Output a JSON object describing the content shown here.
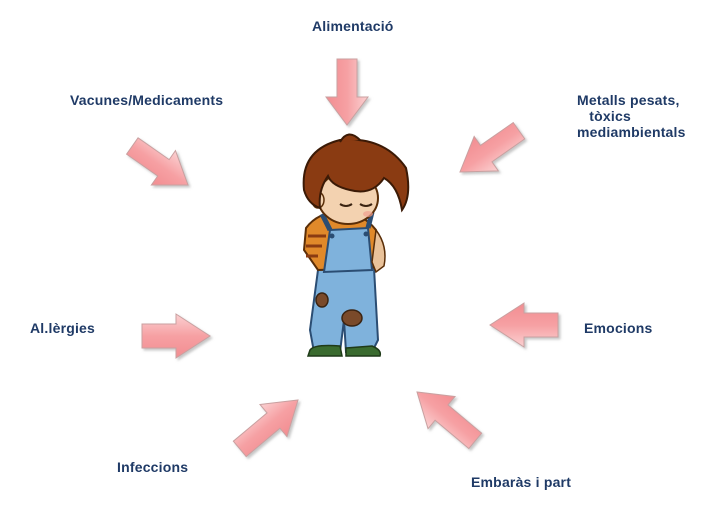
{
  "labels": {
    "alimentacio": "Alimentació",
    "vacunes": "Vacunes/Medicaments",
    "metalls": "Metalls pesats,\n   tòxics\nmediambientals",
    "allergies": "Al.lèrgies",
    "emocions": "Emocions",
    "infeccions": "Infeccions",
    "embaras": "Embaràs i part"
  },
  "colors": {
    "label_text": "#1f3a66",
    "arrow_fill": "#f7a8aa",
    "arrow_stroke": "#c8a6a6",
    "child_overalls": "#7fb2dc",
    "child_hair": "#8a3b12",
    "child_shirt": "#e0892a"
  }
}
